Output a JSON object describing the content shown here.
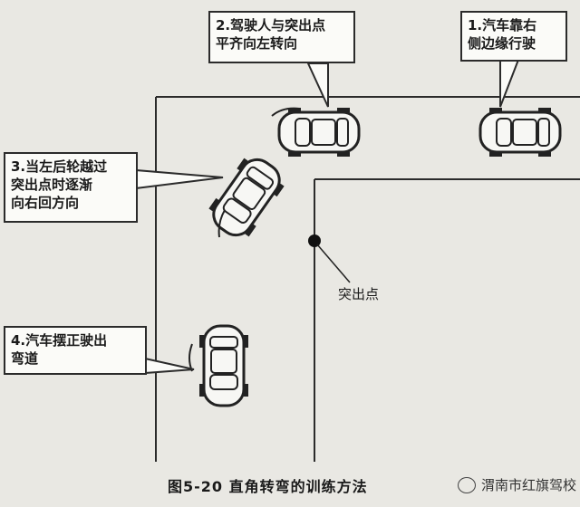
{
  "callouts": {
    "step1": "1.汽车靠右\n侧边缘行驶",
    "step2": "2.驾驶人与突出点\n平齐向左转向",
    "step3": "3.当左后轮越过\n突出点时逐渐\n向右回方向",
    "step4": "4.汽车摆正驶出\n弯道"
  },
  "labels": {
    "point": "突出点"
  },
  "caption": "图5-20    直角转弯的训练方法",
  "watermark": "渭南市红旗驾校",
  "icons": {
    "wechat": "wechat-icon",
    "car": "car-topview-icon"
  },
  "colors": {
    "background": "#e9e8e3",
    "line": "#2b2b2b"
  }
}
